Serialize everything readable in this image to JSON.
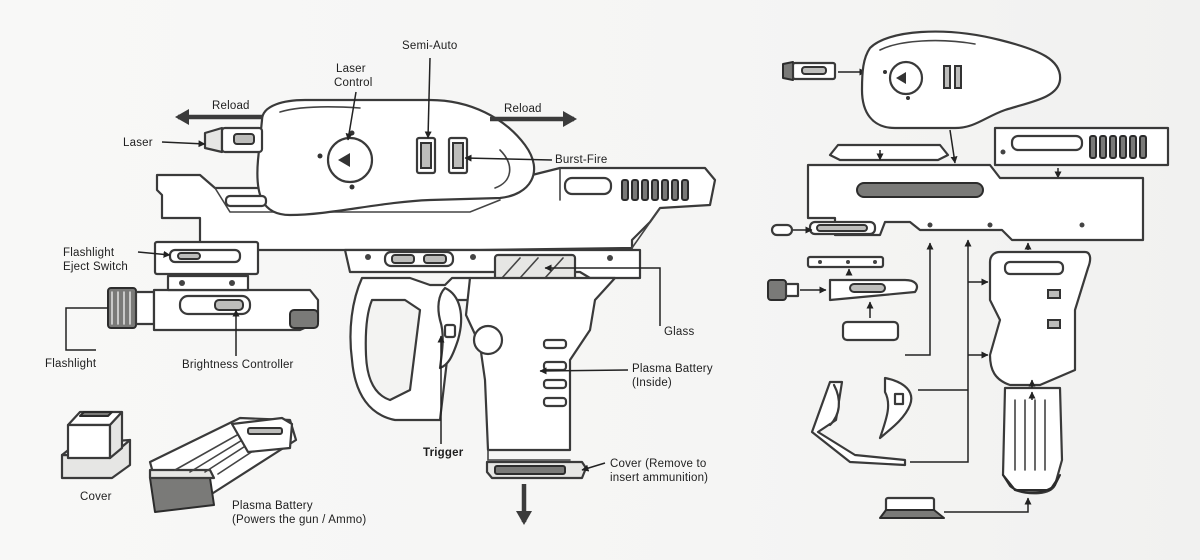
{
  "labels": {
    "semi_auto": "Semi-Auto",
    "laser_control_1": "Laser",
    "laser_control_2": "Control",
    "reload_left": "Reload",
    "reload_right": "Reload",
    "laser": "Laser",
    "burst_fire": "Burst-Fire",
    "flashlight_eject_1": "Flashlight",
    "flashlight_eject_2": "Eject Switch",
    "flashlight": "Flashlight",
    "brightness_controller": "Brightness Controller",
    "glass": "Glass",
    "plasma_battery_inside_1": "Plasma Battery",
    "plasma_battery_inside_2": "(Inside)",
    "trigger": "Trigger",
    "cover_remove_1": "Cover (Remove to",
    "cover_remove_2": "insert ammunition)",
    "cover": "Cover",
    "plasma_battery_ammo_1": "Plasma Battery",
    "plasma_battery_ammo_2": "(Powers the gun / Ammo)"
  },
  "colors": {
    "ink": "#3a3a3a",
    "paper": "#f7f7f6",
    "part_fill": "#ffffff",
    "part_shade": "#e6e6e4",
    "part_dark": "#7a7a78"
  }
}
